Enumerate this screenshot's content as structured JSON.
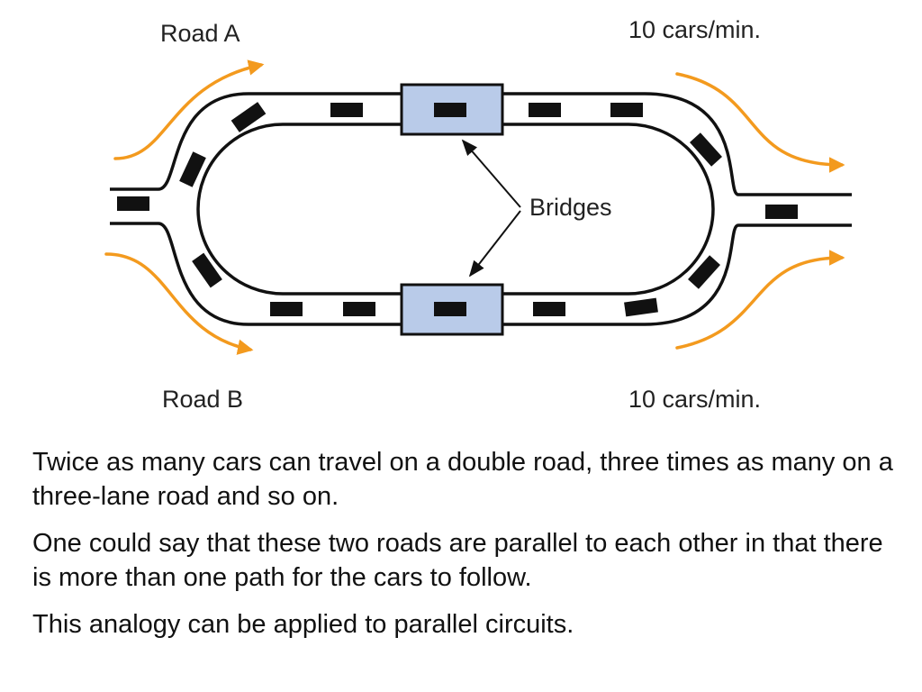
{
  "diagram": {
    "labels": {
      "road_a": "Road A",
      "road_b": "Road B",
      "rate_top": "10 cars/min.",
      "rate_bottom": "10 cars/min.",
      "bridges": "Bridges"
    },
    "colors": {
      "road_line": "#111111",
      "car": "#111111",
      "bridge_fill": "#b9cbe9",
      "flow_arrow": "#f39a1e"
    },
    "icons": {
      "car": "car-icon",
      "bridge": "bridge-icon",
      "flow_arrow": "flow-arrow-icon",
      "pointer_arrow": "pointer-arrow-icon"
    }
  },
  "text": {
    "paragraphs": [
      "Twice as many cars can travel on a double road, three times as many on a three-lane road and so on.",
      "One could say that these two roads are parallel to each other in that there is more than one path for the cars to follow.",
      "This analogy can be applied to parallel circuits."
    ]
  }
}
